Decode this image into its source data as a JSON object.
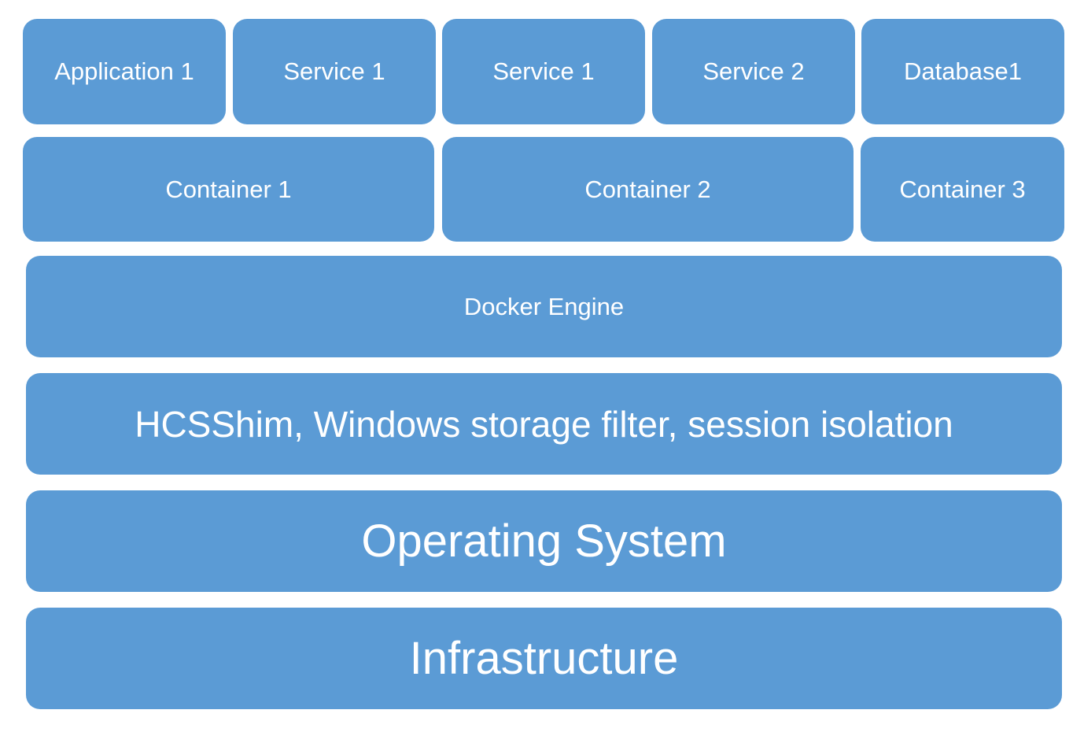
{
  "workloads": [
    {
      "label": "Application 1"
    },
    {
      "label": "Service 1"
    },
    {
      "label": "Service 1"
    },
    {
      "label": "Service 2"
    },
    {
      "label": "Database1"
    }
  ],
  "containers": [
    {
      "label": "Container 1"
    },
    {
      "label": "Container 2"
    },
    {
      "label": "Container 3"
    }
  ],
  "layers": {
    "engine": "Docker Engine",
    "isolation": "HCSShim, Windows storage filter, session isolation",
    "os": "Operating System",
    "infrastructure": "Infrastructure"
  },
  "colors": {
    "box_fill": "#5b9bd5",
    "text": "#ffffff"
  }
}
